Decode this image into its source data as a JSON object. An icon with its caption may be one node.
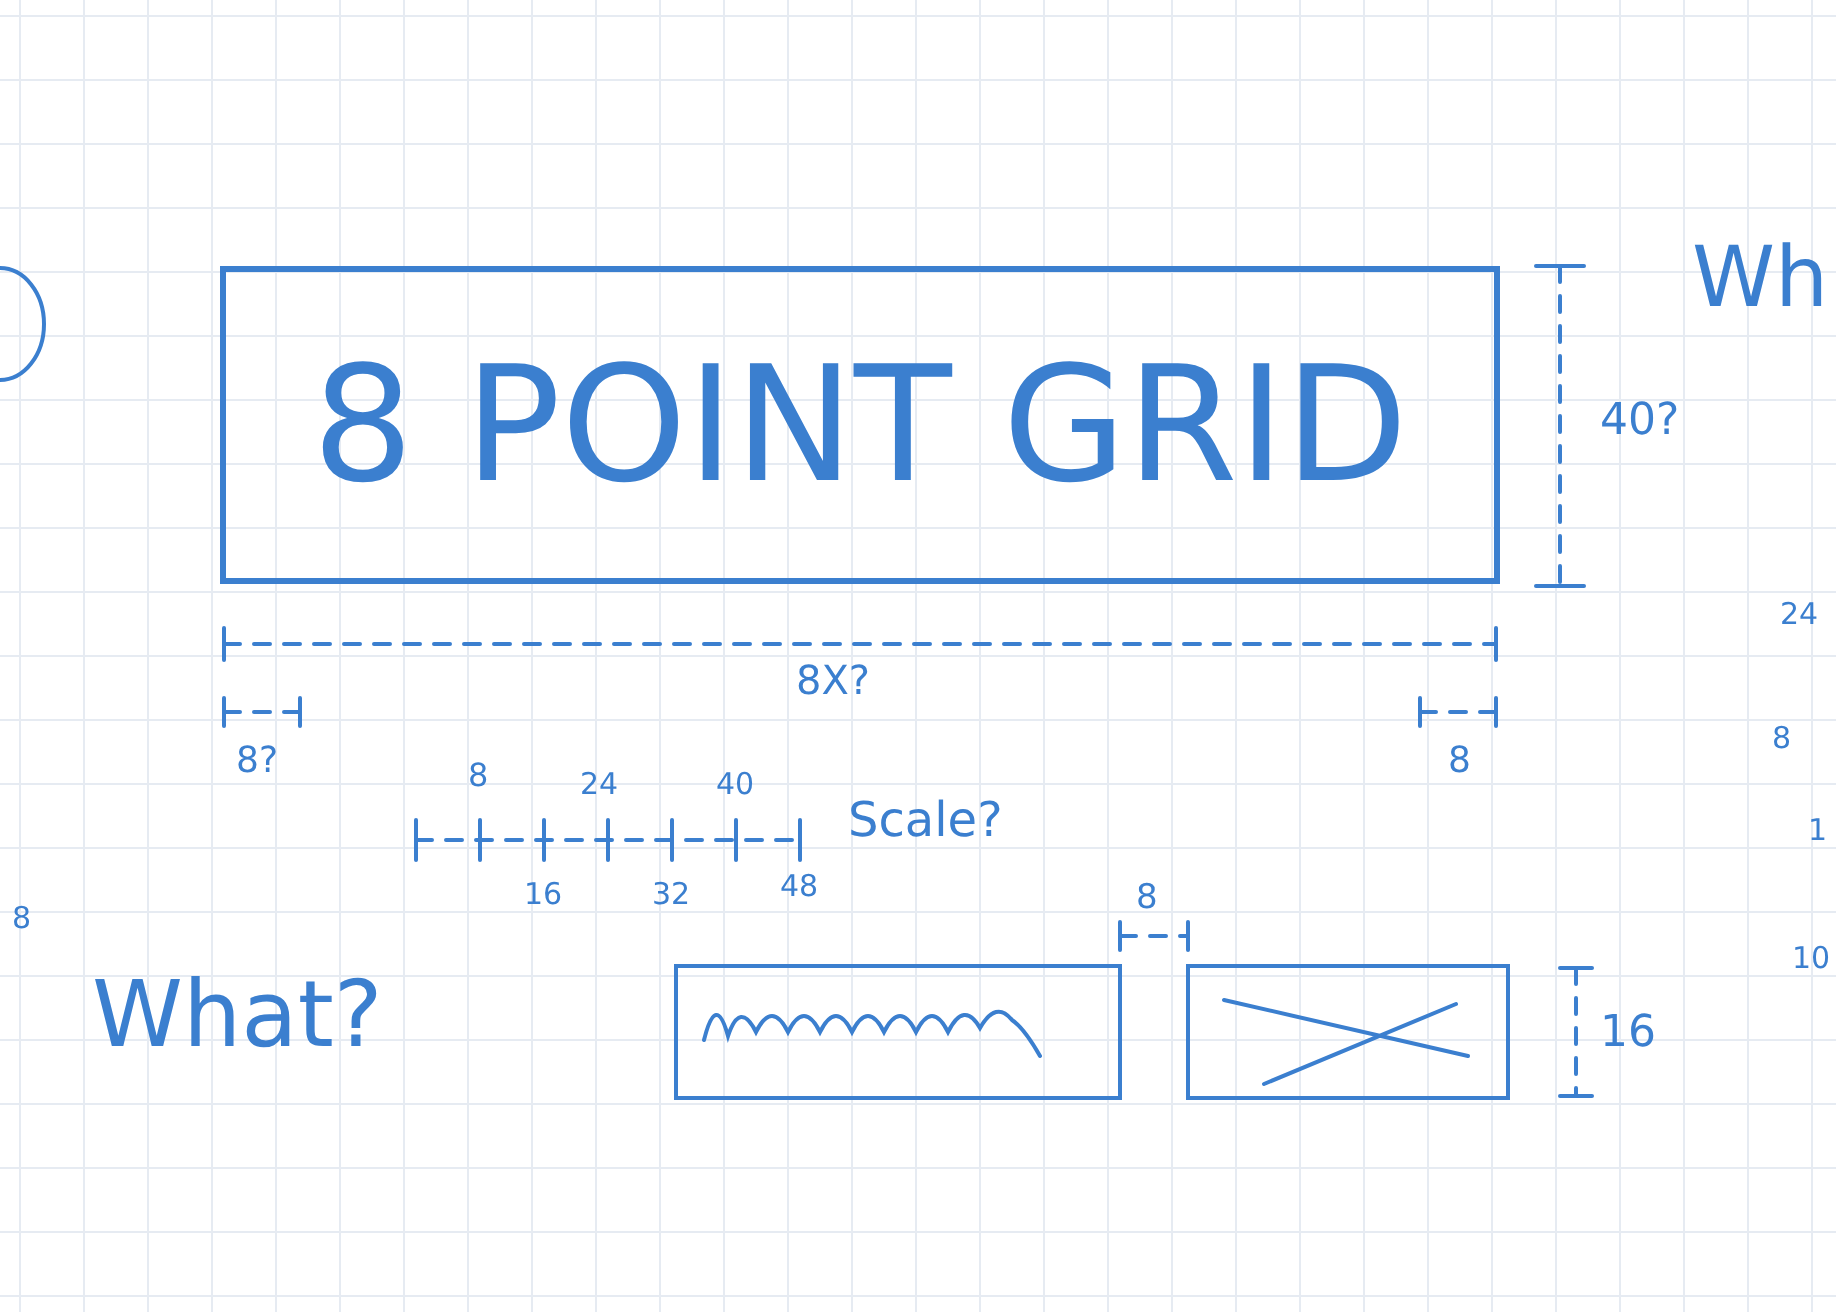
{
  "diagram": {
    "nodes": [
      {
        "text": [
          "8 POINT GRID"
        ]
      }
    ],
    "labels": [
      "40?",
      "8X?",
      "8?",
      "8",
      "8",
      "24",
      "40",
      "Scale?",
      "16",
      "32",
      "48",
      "What?",
      "8",
      "16",
      "Wh",
      "24",
      "8",
      "1",
      "10",
      "8"
    ]
  }
}
